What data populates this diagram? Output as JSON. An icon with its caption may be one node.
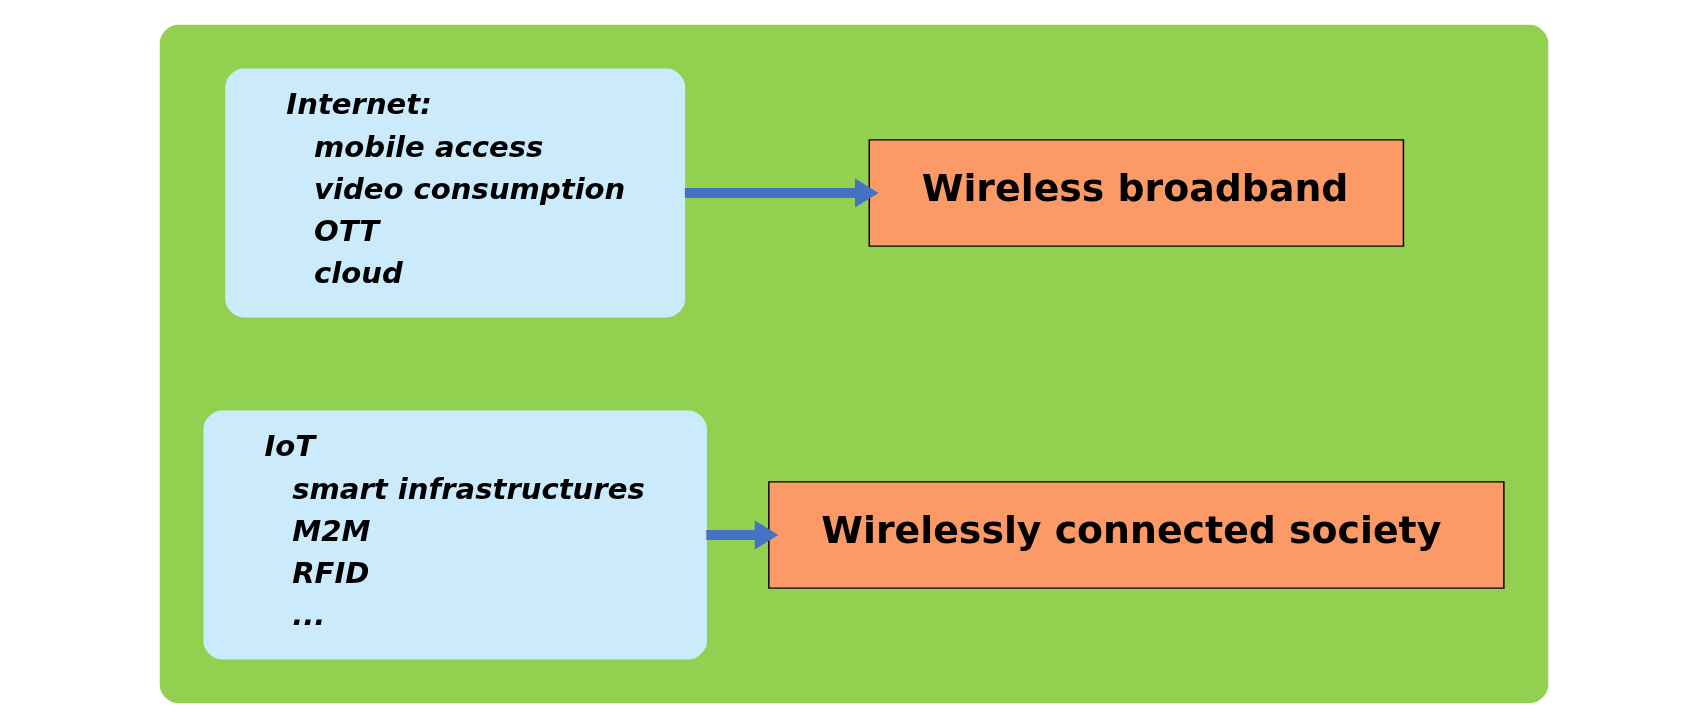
{
  "diagram": {
    "nodes": [
      {
        "text": [],
        "shape": "box"
      },
      {
        "text": [
          "Internet:",
          "mobile access",
          "video consumption",
          "OTT",
          "cloud"
        ],
        "in": 0
      },
      {
        "text": [
          "Wireless broadband"
        ],
        "in": 0
      },
      {
        "text": [
          "IoT",
          "smart infrastructures",
          "M2M",
          "RFID",
          "..."
        ],
        "in": 0
      },
      {
        "text": [
          "Wirelessly connected society"
        ],
        "in": 0
      }
    ],
    "edges": [
      {
        "from": 1,
        "to": 2,
        "arrow": "to"
      },
      {
        "from": 3,
        "to": 4,
        "arrow": "to"
      }
    ]
  }
}
